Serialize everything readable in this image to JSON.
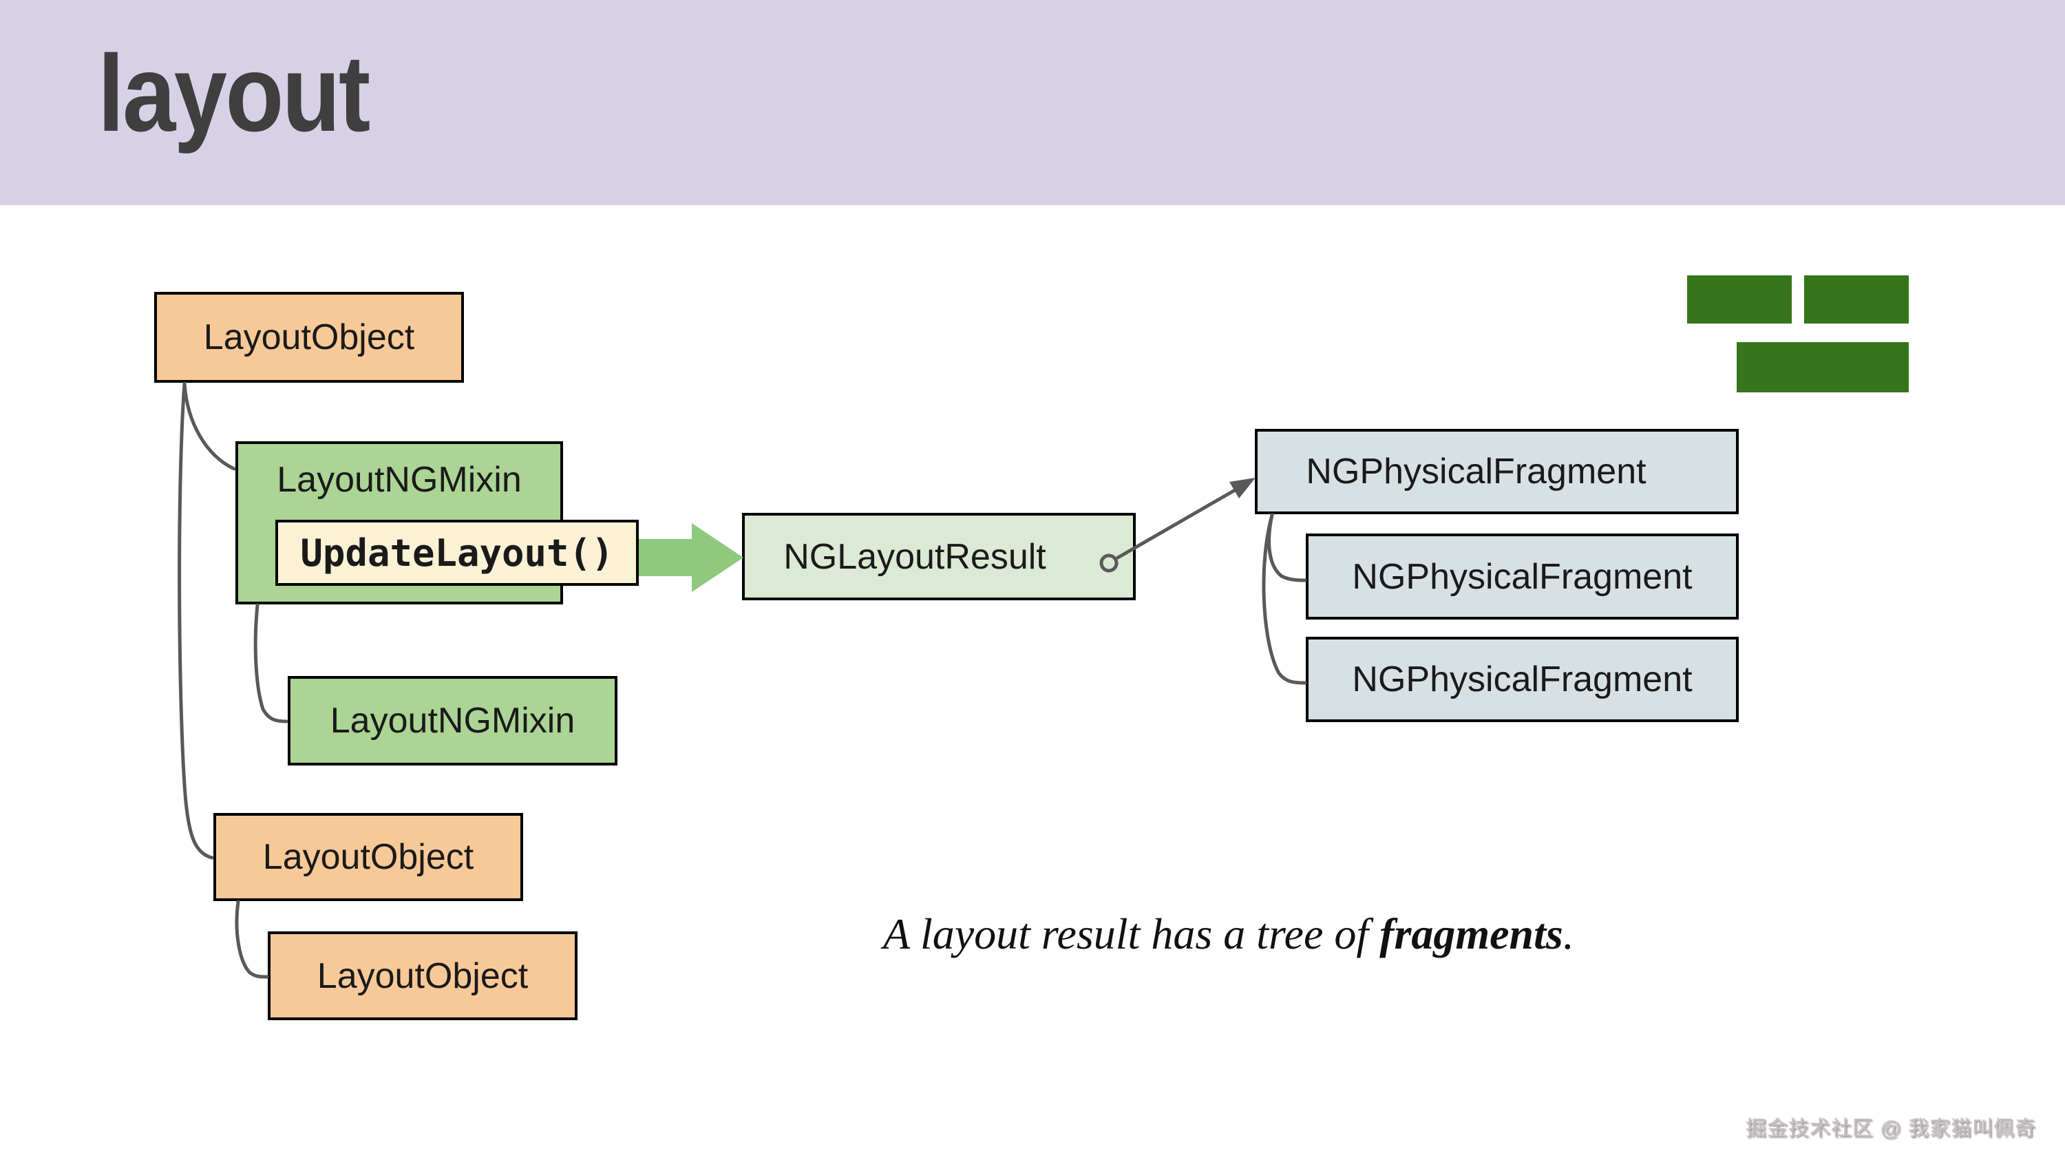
{
  "header": {
    "title": "layout"
  },
  "colors": {
    "header_bg": "#D7D1E7",
    "title": "#3F3F3F",
    "node_text": "#1A1A1A",
    "node_border": "#000000",
    "orange": "#F8C998",
    "green": "#ABD495",
    "cream": "#FBF2D5",
    "light_green": "#DCE9D5",
    "light_blue": "#D7E1E3",
    "dark_green": "#37751D",
    "arrow_green": "#8FC97E",
    "connector": "#595959",
    "watermark": "#C6C0C0"
  },
  "diagram": {
    "nodes": [
      {
        "id": "layout-object-1",
        "label": "LayoutObject"
      },
      {
        "id": "layout-ng-mixin-1",
        "label": "LayoutNGMixin"
      },
      {
        "id": "update-layout-method",
        "label": "UpdateLayout()"
      },
      {
        "id": "ng-layout-result",
        "label": "NGLayoutResult"
      },
      {
        "id": "ng-physical-fragment-1",
        "label": "NGPhysicalFragment"
      },
      {
        "id": "ng-physical-fragment-2",
        "label": "NGPhysicalFragment"
      },
      {
        "id": "ng-physical-fragment-3",
        "label": "NGPhysicalFragment"
      },
      {
        "id": "layout-ng-mixin-2",
        "label": "LayoutNGMixin"
      },
      {
        "id": "layout-object-2",
        "label": "LayoutObject"
      },
      {
        "id": "layout-object-3",
        "label": "LayoutObject"
      }
    ],
    "caption": {
      "prefix": "A layout result has a tree of ",
      "emphasis": "fragments",
      "suffix": "."
    }
  },
  "watermark": {
    "text": "掘金技术社区 @ 我家猫叫佩奇"
  }
}
